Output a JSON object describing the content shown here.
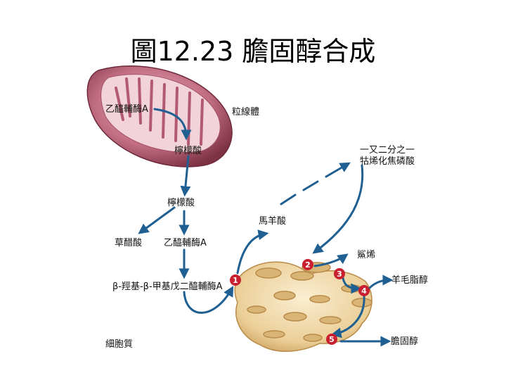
{
  "title": "圖12.23 膽固醇合成",
  "labels": {
    "acetyl_coa_top": "乙醯輔酶A",
    "mitochondria": "粒線體",
    "citrate_inner": "檸檬酸",
    "citrate_outer": "檸檬酸",
    "oxaloacetate": "草醋酸",
    "acetyl_coa_cyto": "乙醯輔酶A",
    "hmg_coa": "β-羥基-β-甲基戊二醯輔酶A",
    "mevalonate": "馬羊酸",
    "pyrophosphate_line1": "一又二分之一",
    "pyrophosphate_line2": "牯烯化焦磷酸",
    "squalene": "鯊烯",
    "lanosterol": "羊毛脂醇",
    "cholesterol": "膽固醇",
    "cytoplasm": "細胞質"
  },
  "steps": [
    "1",
    "2",
    "3",
    "4",
    "5"
  ],
  "colors": {
    "arrow": "#1f5f91",
    "badge": "#c8202f",
    "mito_outer": "#9b4a5c",
    "er": "#e9cf9c"
  }
}
